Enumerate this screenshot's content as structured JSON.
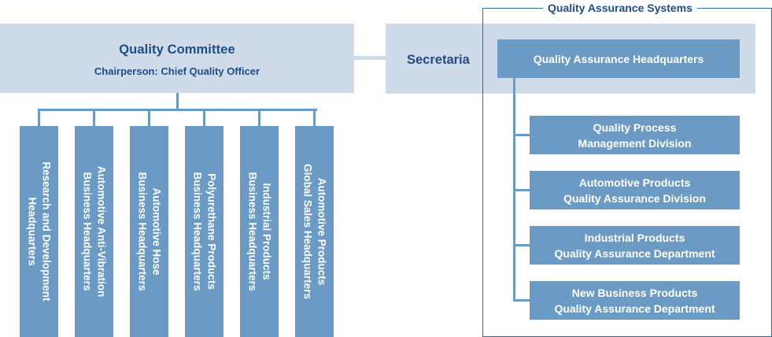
{
  "committee": {
    "title": "Quality Committee",
    "subtitle": "Chairperson: Chief Quality Officer"
  },
  "secretaria": "Secretaria",
  "qa_systems": {
    "title": "Quality Assurance Systems",
    "headquarters": "Quality Assurance Headquarters",
    "divisions": [
      {
        "line1": "Quality Process",
        "line2": "Management Division"
      },
      {
        "line1": "Automotive Products",
        "line2": "Quality Assurance Division"
      },
      {
        "line1": "Industrial Products",
        "line2": "Quality Assurance Department"
      },
      {
        "line1": "New Business Products",
        "line2": "Quality Assurance Department"
      }
    ]
  },
  "departments": [
    {
      "line1": "Research and Development",
      "line2": "Headquarters"
    },
    {
      "line1": "Automotive Anti-Vibration",
      "line2": "Business Headquarters"
    },
    {
      "line1": "Automotive Hose",
      "line2": "Business Headquarters"
    },
    {
      "line1": "Polyurethane Products",
      "line2": "Business Headquarters"
    },
    {
      "line1": "Industrial Products",
      "line2": "Business Headquarters"
    },
    {
      "line1": "Automotive Products",
      "line2": "Global Sales Headquarters"
    }
  ],
  "colors": {
    "band": "#cfdbe8",
    "box": "#6b9ac4",
    "text_dark": "#1e4d85",
    "frame": "#2f6aa3"
  }
}
